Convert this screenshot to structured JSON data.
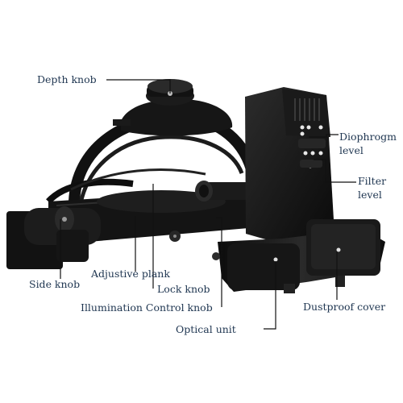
{
  "labels": {
    "depth_knob": "Depth knob",
    "diaphragm_line1": "Diophrogm",
    "diaphragm_line2": "level",
    "filter_line1": "Filter",
    "filter_line2": "level",
    "side_knob": "Side knob",
    "adjustive_plank": "Adjustive plank",
    "lock_knob": "Lock knob",
    "illumination_control_knob": "Illumination Control knob",
    "optical_unit": "Optical unit",
    "dustproof_cover": "Dustproof cover"
  },
  "colors": {
    "label_text": "#1e3550",
    "leader_line": "#111111",
    "device_body": "#151515",
    "background": "#ffffff"
  }
}
